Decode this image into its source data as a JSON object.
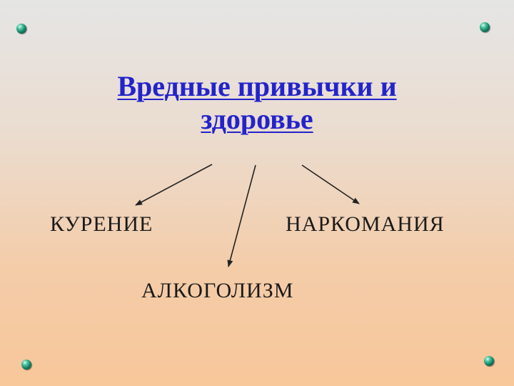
{
  "title": {
    "line1": "Вредные привычки и",
    "line2": "здоровье"
  },
  "nodes": {
    "kurenie": "КУРЕНИЕ",
    "narkomania": "НАРКОМАНИЯ",
    "alkogolizm": "АЛКОГОЛИЗМ"
  },
  "colors": {
    "title": "#2323cc",
    "text": "#1a1a1a",
    "arrow": "#222222",
    "background_top": "#e5e5e5",
    "background_bottom": "#f8c79a",
    "bullet": "#137a61"
  },
  "decorations": {
    "bullet_icon": "green-sphere-bullet-icon"
  }
}
